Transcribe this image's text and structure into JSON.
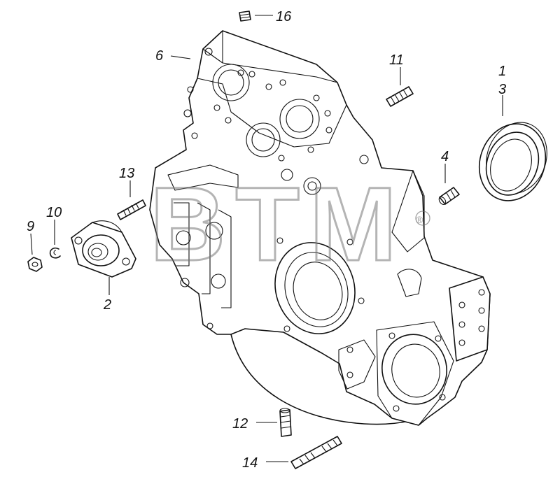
{
  "diagram": {
    "watermark": {
      "text": "BTM",
      "registered_mark": "®"
    },
    "callouts": [
      {
        "id": "c1",
        "label": "1"
      },
      {
        "id": "c3",
        "label": "3"
      },
      {
        "id": "c2",
        "label": "2"
      },
      {
        "id": "c4",
        "label": "4"
      },
      {
        "id": "c6",
        "label": "6"
      },
      {
        "id": "c9",
        "label": "9"
      },
      {
        "id": "c10",
        "label": "10"
      },
      {
        "id": "c11",
        "label": "11"
      },
      {
        "id": "c12",
        "label": "12"
      },
      {
        "id": "c13",
        "label": "13"
      },
      {
        "id": "c14",
        "label": "14"
      },
      {
        "id": "c16",
        "label": "16"
      }
    ]
  }
}
